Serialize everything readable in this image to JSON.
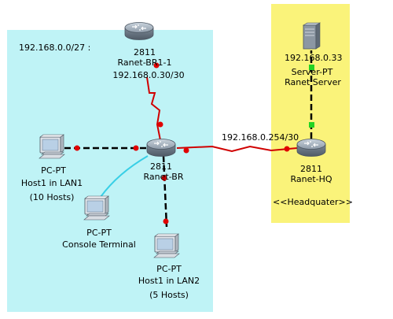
{
  "zones": {
    "branch": {
      "color": "#bff3f6"
    },
    "hq": {
      "color": "#faf37a"
    }
  },
  "colors": {
    "serial_link": "#d00000",
    "ethernet_link": "#000000",
    "console_link": "#38cfe6",
    "port_down": "#e00000",
    "port_up": "#22d322"
  },
  "devices": {
    "router_br1": {
      "model": "2811",
      "name": "Ranet-BR1-1",
      "ip": "192.168.0.30/30",
      "icon": "router-icon"
    },
    "router_br": {
      "model": "2811",
      "name": "Ranet-BR",
      "icon": "router-icon"
    },
    "router_hq": {
      "model": "2811",
      "name": "Ranet-HQ",
      "note": "<<Headquater>>",
      "icon": "router-icon"
    },
    "server": {
      "ip": "192.168.0.33",
      "model": "Server-PT",
      "name": "Ranet Server",
      "icon": "server-icon"
    },
    "host_lan1": {
      "model": "PC-PT",
      "name": "Host1 in LAN1",
      "note": "(10 Hosts)",
      "icon": "pc-icon"
    },
    "console": {
      "model": "PC-PT",
      "name": "Console Terminal",
      "icon": "pc-icon"
    },
    "host_lan2": {
      "model": "PC-PT",
      "name": "Host1 in LAN2",
      "note": "(5 Hosts)",
      "icon": "pc-icon"
    }
  },
  "labels": {
    "network": "192.168.0.0/27 :",
    "wan_link": "192.168.0.254/30"
  }
}
